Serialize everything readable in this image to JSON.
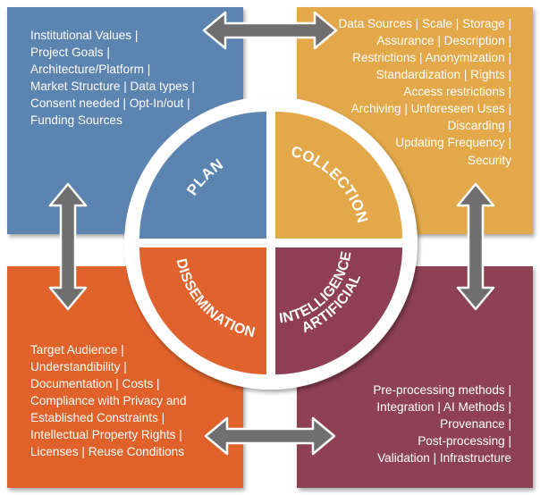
{
  "colors": {
    "plan": "#5b84b1",
    "collection": "#e3a84a",
    "dissemination": "#e0622c",
    "ai": "#8e3f55",
    "arrow_fill": "#6f6f6f",
    "arrow_stroke": "#ffffff",
    "ring": "#ffffff"
  },
  "quadrants": {
    "plan": {
      "label": "PLAN"
    },
    "collection": {
      "label": "COLLECTION"
    },
    "dissemination": {
      "label": "DISSEMINATION"
    },
    "ai": {
      "label_line1": "ARTIFICIAL",
      "label_line2": "INTELLIGENCE"
    }
  },
  "panels": {
    "plan": {
      "lines": [
        "Institutional Values |",
        "Project Goals |",
        "Architecture/Platform |",
        "Market Structure | Data types |",
        "Consent needed | Opt-In/out |",
        "Funding Sources"
      ]
    },
    "collection": {
      "lines": [
        "Data Sources | Scale | Storage |",
        "Assurance | Description |",
        "Restrictions | Anonymization |",
        "Standardization | Rights |",
        "Access restrictions |",
        "Archiving | Unforeseen Uses |",
        "Discarding |",
        "Updating Frequency |",
        "Security"
      ]
    },
    "dissemination": {
      "lines": [
        "Target Audience |",
        "Understandibility |",
        "Documentation | Costs |",
        "Compliance with Privacy and",
        "Established Constraints |",
        "Intellectual Property Rights |",
        "Licenses | Reuse Conditions"
      ]
    },
    "ai": {
      "lines": [
        "Pre-processing methods |",
        "Integration | AI Methods |",
        "Provenance |",
        "Post-processing |",
        "Validation | Infrastructure"
      ]
    }
  }
}
